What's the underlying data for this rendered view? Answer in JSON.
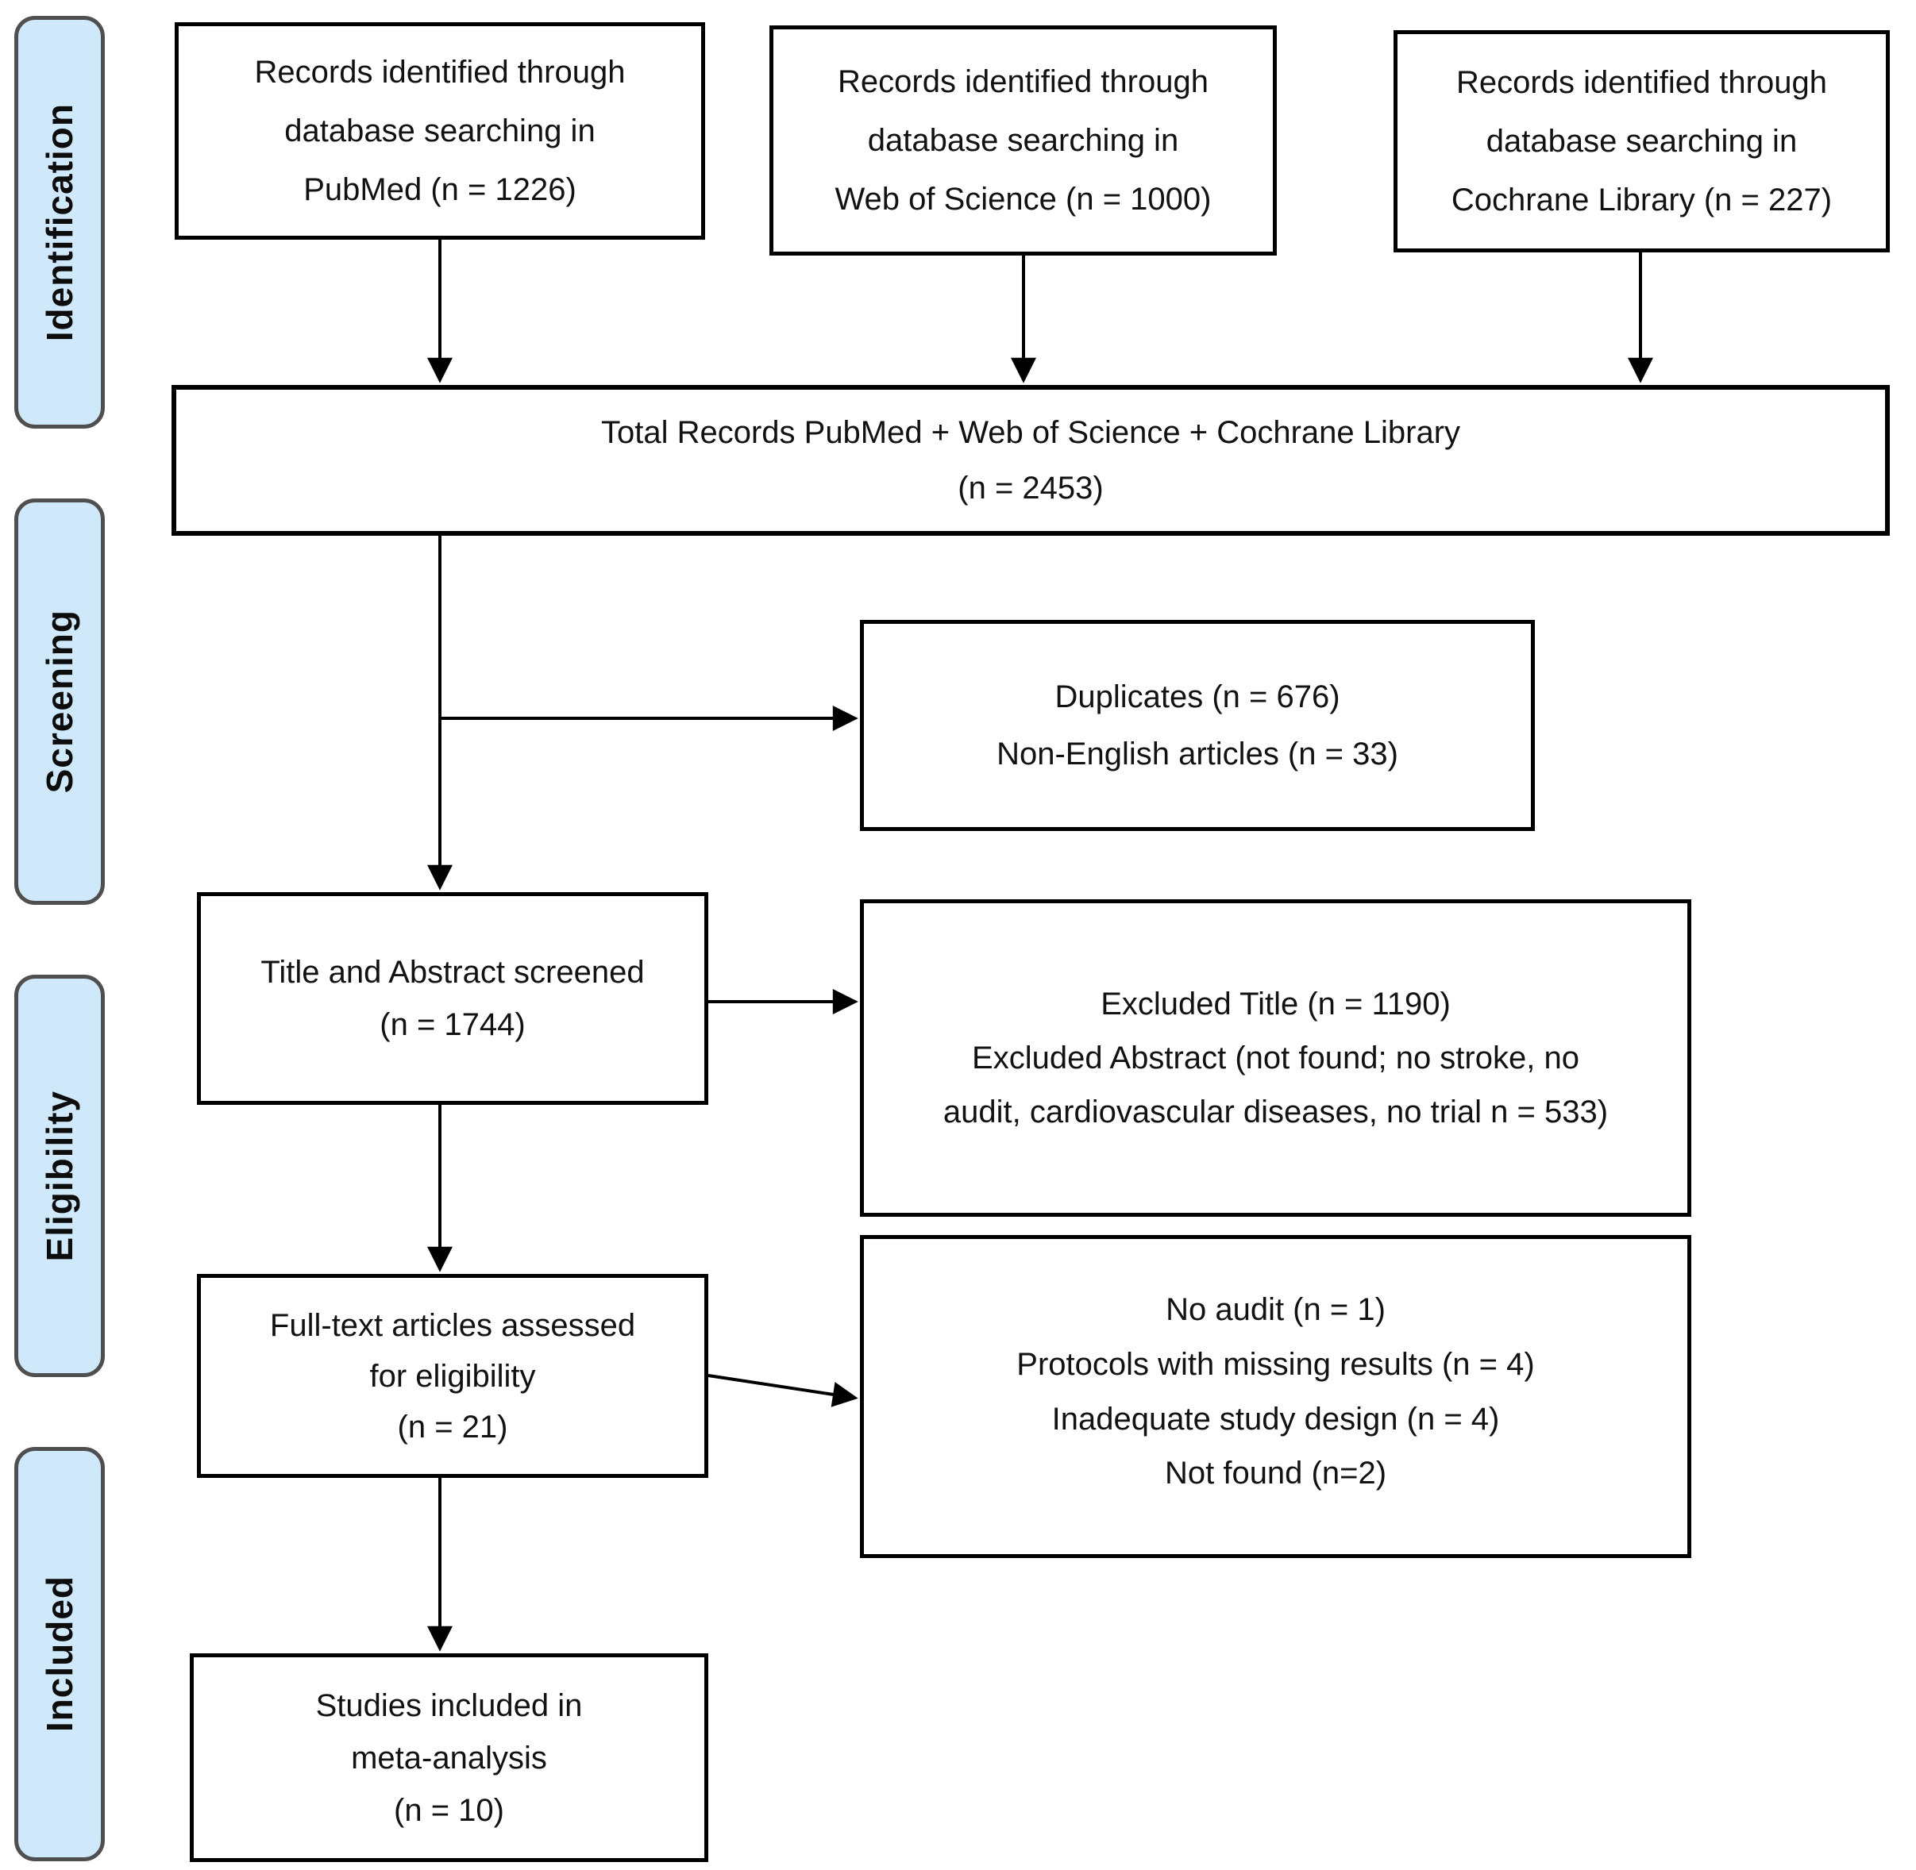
{
  "diagram_title": "PRISMA study selection flow diagram",
  "colors": {
    "stage_fill": "#cfe9fb",
    "stage_border": "#4f4f4f",
    "box_border": "#000000",
    "connector": "#000000",
    "background": "#ffffff"
  },
  "sidebar": {
    "stages": [
      "Identification",
      "Screening",
      "Eligibility",
      "Included"
    ]
  },
  "boxes": {
    "pubmed": {
      "lines": [
        "Records identified through",
        "database searching in",
        "PubMed (n = 1226)"
      ],
      "n": 1226
    },
    "web_of_science": {
      "lines": [
        "Records identified through",
        "database searching in",
        "Web of Science (n = 1000)"
      ],
      "n": 1000
    },
    "cochrane": {
      "lines": [
        "Records identified through",
        "database searching in",
        "Cochrane Library (n = 227)"
      ],
      "n": 227
    },
    "total": {
      "lines": [
        "Total Records PubMed + Web of Science + Cochrane Library",
        "(n = 2453)"
      ],
      "n": 2453
    },
    "duplicates": {
      "lines": [
        "Duplicates (n = 676)",
        "Non-English articles (n = 33)"
      ],
      "n_duplicates": 676,
      "n_non_english": 33
    },
    "title_abstract": {
      "lines": [
        "Title and Abstract screened",
        "(n = 1744)"
      ],
      "n": 1744
    },
    "excluded_title_abstract": {
      "lines": [
        "Excluded Title (n = 1190)",
        "Excluded Abstract (not found; no stroke, no",
        "audit, cardiovascular diseases, no trial n = 533)"
      ],
      "n_excluded_title": 1190,
      "n_excluded_abstract": 533
    },
    "full_text": {
      "lines": [
        "Full-text articles assessed",
        "for eligibility",
        "(n = 21)"
      ],
      "n": 21
    },
    "full_text_excluded": {
      "lines": [
        "No audit (n = 1)",
        "Protocols with missing results (n = 4)",
        "Inadequate study design (n = 4)",
        "Not found (n=2)"
      ],
      "n_no_audit": 1,
      "n_protocols_missing_results": 4,
      "n_inadequate_study_design": 4,
      "n_not_found": 2
    },
    "included_studies": {
      "lines": [
        "Studies included in",
        "meta-analysis",
        "(n = 10)"
      ],
      "n": 10
    }
  }
}
